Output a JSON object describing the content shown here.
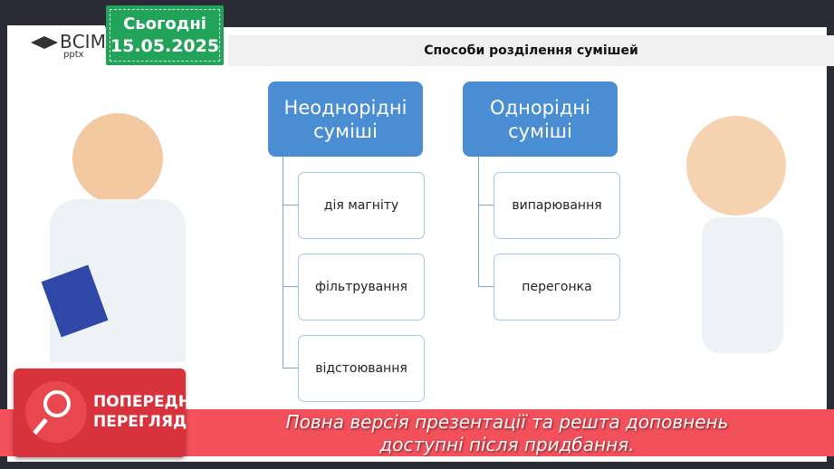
{
  "logo": {
    "brand": "ВСІМ",
    "sub": "pptx"
  },
  "date": {
    "label": "Сьогодні",
    "value": "15.05.2025"
  },
  "title": "Способи розділення сумішей",
  "groups": [
    {
      "heading": "Неоднорідні суміші",
      "items": [
        "дія магніту",
        "фільтрування",
        "відстоювання"
      ]
    },
    {
      "heading": "Однорідні суміші",
      "items": [
        "випарювання",
        "перегонка"
      ]
    }
  ],
  "preview": {
    "badge": "ПОПЕРЕДНІЙ ПЕРЕГЛЯД",
    "line1": "Повна версія презентації та решта доповнень",
    "line2": "доступні після придбання."
  },
  "colors": {
    "accent": "#4a8dd2",
    "date_bg": "#21a35a",
    "banner": "#f2505a"
  }
}
